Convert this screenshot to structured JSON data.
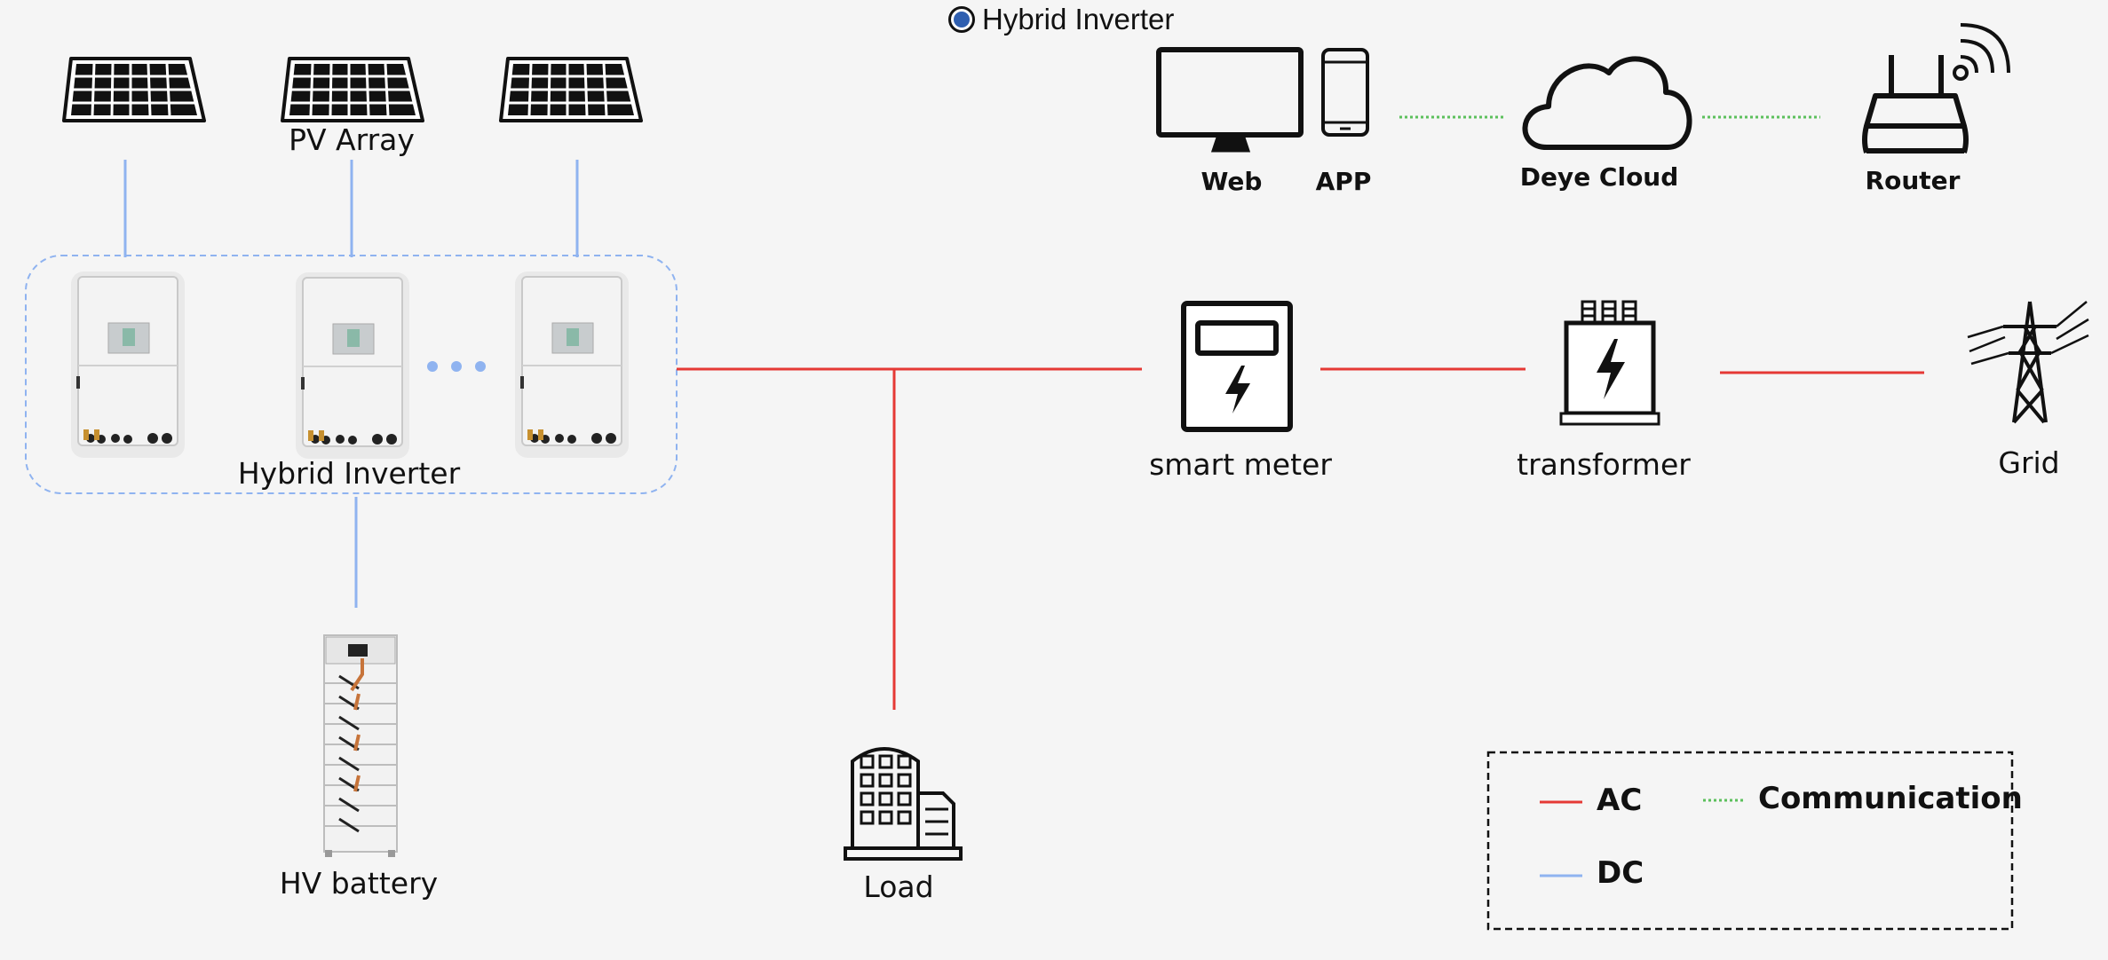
{
  "selector": {
    "label": "Hybrid Inverter",
    "selected": true,
    "accent": "#2f5fb0"
  },
  "labels": {
    "pv_array": "PV Array",
    "hybrid_inverter": "Hybrid Inverter",
    "hv_battery": "HV battery",
    "load": "Load",
    "smart_meter": "smart meter",
    "transformer": "transformer",
    "grid": "Grid",
    "web": "Web",
    "app": "APP",
    "cloud": "Deye Cloud",
    "router": "Router"
  },
  "legend": {
    "ac": {
      "label": "AC",
      "color": "#e53935"
    },
    "dc": {
      "label": "DC",
      "color": "#8fb3f0"
    },
    "communication": {
      "label": "Communication",
      "color": "#5cc05c"
    }
  },
  "icons": {
    "solar_panel": "solar-panel-icon",
    "inverter": "inverter-icon",
    "battery": "battery-rack-icon",
    "building": "building-icon",
    "meter": "smart-meter-icon",
    "transformer": "transformer-icon",
    "pylon": "transmission-tower-icon",
    "monitor": "monitor-icon",
    "phone": "phone-icon",
    "cloud": "cloud-icon",
    "router": "router-icon"
  }
}
